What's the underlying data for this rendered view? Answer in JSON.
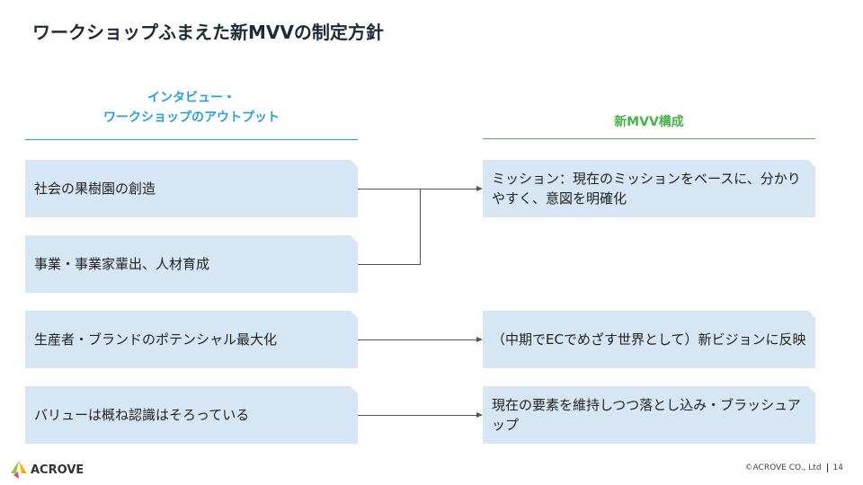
{
  "title": "ワークショップふまえた新MVVの制定方針",
  "left_heading": [
    "インタビュー・",
    "ワークショップのアウトプット"
  ],
  "right_heading": "新MVV構成",
  "left_items": [
    "社会の果樹園の創造",
    "事業・事業家輩出、人材育成",
    "生産者・ブランドのポテンシャル最大化",
    "バリューは概ね認識はそろっている"
  ],
  "right_items": [
    "ミッション：現在のミッションをベースに、分かりやすく、意図を明確化",
    "（中期でECでめざす世界として）新ビジョンに反映",
    "現在の要素を維持しつつ落とし込み・ブラッシュアップ"
  ],
  "footer": {
    "logo": "ACROVE",
    "copyright": "©ACROVE CO., Ltd",
    "page": "14"
  },
  "colors": {
    "box": "#d6e6f4",
    "left_accent": "#2aa0d8",
    "right_accent": "#47b24a"
  }
}
